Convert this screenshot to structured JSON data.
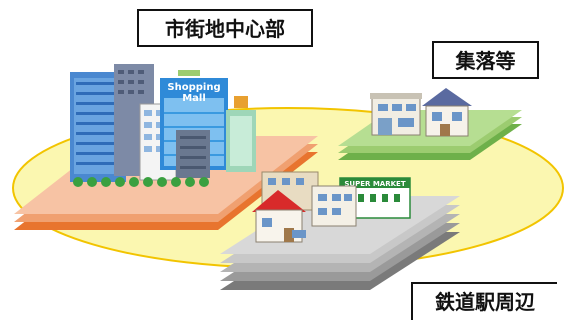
{
  "labels": {
    "city_center": "市街地中心部",
    "village": "集落等",
    "station_area": "鉄道駅周辺"
  },
  "signs": {
    "shopping_mall_line1": "Shopping",
    "shopping_mall_line2": "Mall",
    "supermarket": "SUPER MARKET"
  },
  "colors": {
    "zone_fill": "#fbf7b0",
    "zone_stroke": "#f2c400",
    "center_plate_top": "#f7c3a4",
    "center_plate_bottom": "#e8742e",
    "village_plate_top": "#b6de92",
    "village_plate_bottom": "#6eb04a",
    "station_plate_top": "#d8d8d8",
    "station_plate_bottom": "#8c8c8c"
  }
}
